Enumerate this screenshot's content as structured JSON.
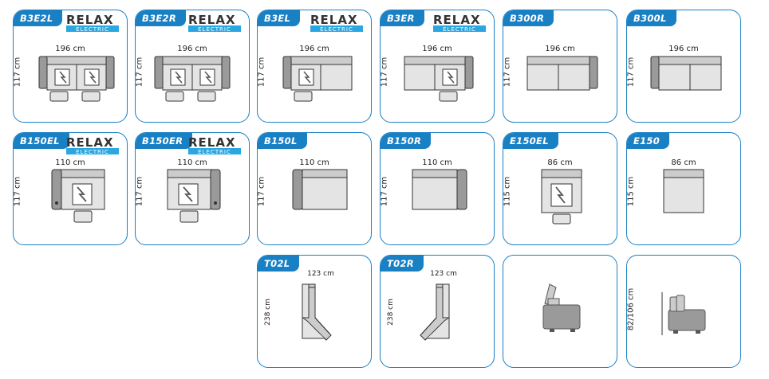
{
  "brand": {
    "logo_top": "RELAX",
    "logo_bottom": "ELECTRIC"
  },
  "cards": [
    {
      "code": "B3E2L",
      "width": "196 cm",
      "height": "117 cm",
      "logo": true
    },
    {
      "code": "B3E2R",
      "width": "196 cm",
      "height": "117 cm",
      "logo": true
    },
    {
      "code": "B3EL",
      "width": "196 cm",
      "height": "117 cm",
      "logo": true
    },
    {
      "code": "B3ER",
      "width": "196 cm",
      "height": "117 cm",
      "logo": true
    },
    {
      "code": "B300R",
      "width": "196 cm",
      "height": "117 cm",
      "logo": false
    },
    {
      "code": "B300L",
      "width": "196 cm",
      "height": "117 cm",
      "logo": false
    },
    {
      "code": "B150EL",
      "width": "110 cm",
      "height": "117 cm",
      "logo": true
    },
    {
      "code": "B150ER",
      "width": "110 cm",
      "height": "117 cm",
      "logo": true
    },
    {
      "code": "B150L",
      "width": "110 cm",
      "height": "117 cm",
      "logo": false
    },
    {
      "code": "B150R",
      "width": "110 cm",
      "height": "117 cm",
      "logo": false
    },
    {
      "code": "E150EL",
      "width": "86 cm",
      "height": "115 cm",
      "logo": false
    },
    {
      "code": "E150",
      "width": "86 cm",
      "height": "115 cm",
      "logo": false
    },
    {
      "code": "T02L",
      "width": "123 cm",
      "height": "238 cm",
      "logo": false
    },
    {
      "code": "T02R",
      "width": "123 cm",
      "height": "238 cm",
      "logo": false
    },
    {
      "code": "",
      "width": "",
      "height": "",
      "logo": false
    },
    {
      "code": "",
      "width": "",
      "height": "82/106 cm",
      "logo": false
    }
  ],
  "colors": {
    "border": "#1a80c4",
    "seat": "#e4e4e4",
    "arm": "#9a9a9a",
    "line": "#333333"
  }
}
